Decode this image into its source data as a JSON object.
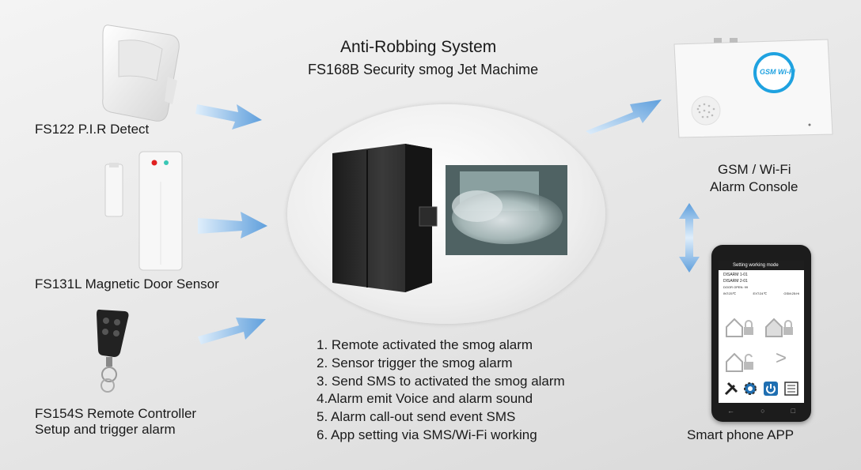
{
  "header": {
    "title": "Anti-Robbing System",
    "subtitle": "FS168B Security smog Jet Machime"
  },
  "devices": {
    "pir": "FS122 P.I.R Detect",
    "door_sensor": "FS131L Magnetic Door Sensor",
    "remote_line1": "FS154S Remote Controller",
    "remote_line2": "Setup and trigger alarm",
    "console_line1": "GSM / Wi-Fi",
    "console_line2": "Alarm Console",
    "smartphone": "Smart phone APP",
    "console_logo": "GSM Wi-Fi"
  },
  "features": [
    "1. Remote activated the smog alarm",
    "2. Sensor trigger the smog alarm",
    "3. Send SMS to activated the smog alarm",
    "4.Alarm emit Voice and alarm sound",
    "5. Alarm call-out send event SMS",
    "6. App setting via SMS/Wi-Fi working"
  ],
  "phone_screen": {
    "header": "Setting working mode",
    "rows": [
      "DISARM 1-01",
      "DISARM 2-01",
      "DOOR OPEN: 99"
    ],
    "status": [
      "INT:25℃",
      "EXT:24℃",
      "GSM:25:Hi"
    ],
    "next_glyph": ">"
  },
  "colors": {
    "arrow": "#6aa7e0",
    "arrow_light": "#dfeefb",
    "phone_bezel": "#1c1c1c",
    "device_white": "#f7f7f7",
    "smog_machine": "#2a2a2a",
    "console_ring": "#1fa2e0"
  }
}
